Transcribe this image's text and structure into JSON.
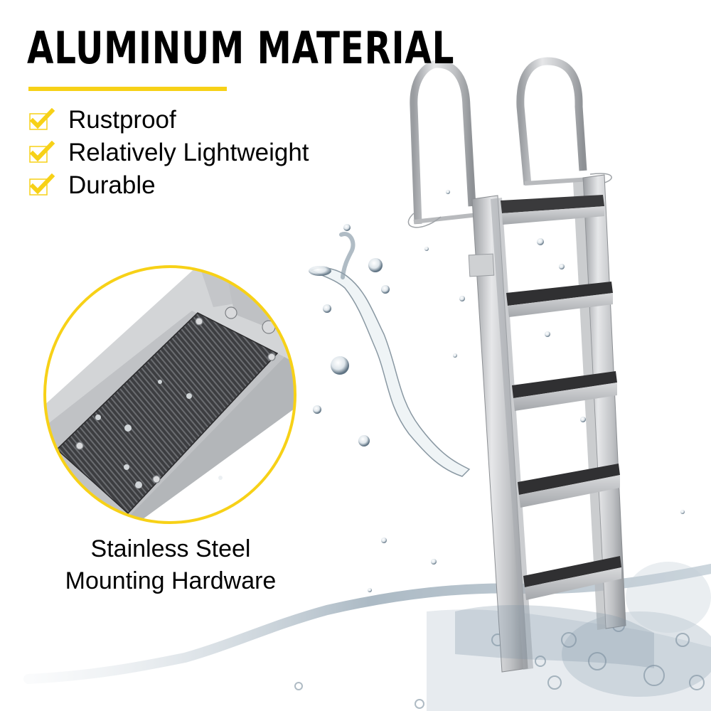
{
  "heading": {
    "title": "ALUMINUM MATERIAL"
  },
  "features": [
    {
      "label": "Rustproof",
      "icon": "checkbox-check-icon"
    },
    {
      "label": "Relatively Lightweight",
      "icon": "checkbox-check-icon"
    },
    {
      "label": "Durable",
      "icon": "checkbox-check-icon"
    }
  ],
  "inset": {
    "caption_line1": "Stainless Steel",
    "caption_line2": "Mounting Hardware",
    "subject": "ribbed non-slip step tread with screws"
  },
  "product": {
    "subject": "aluminum dock ladder with 5 steps splashing into water"
  },
  "colors": {
    "accent": "#f7d117",
    "text": "#000000",
    "background": "#ffffff",
    "tread": "#3a3a3c",
    "aluminum": "#c9cbce"
  }
}
